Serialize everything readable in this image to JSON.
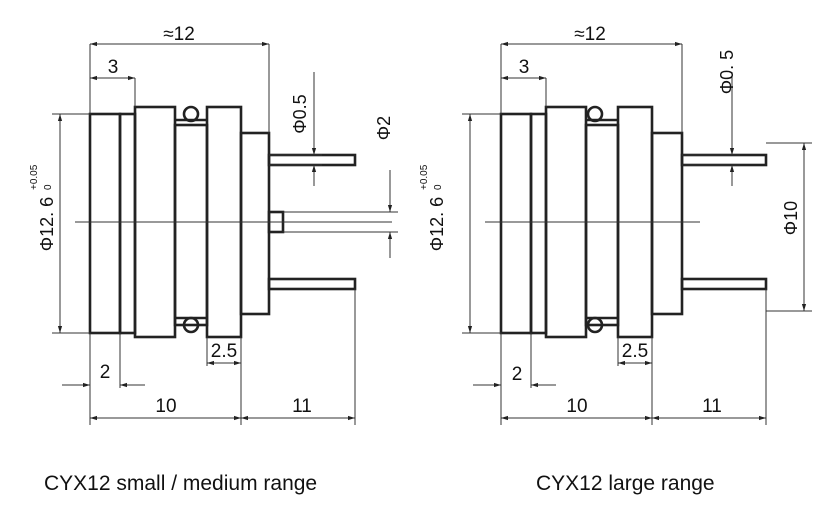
{
  "diagrams": [
    {
      "caption": "CYX12 small / medium range",
      "dims": {
        "length": "≈12",
        "flange": "3",
        "pin_dia": "Φ0.5",
        "vent_dia": "Φ2",
        "body_dia": "Φ12. 6",
        "tol_upper": "+0.05",
        "tol_lower": "0",
        "step": "2",
        "ring": "2.5",
        "body_len": "10",
        "pin_len": "11"
      }
    },
    {
      "caption": "CYX12 large range",
      "dims": {
        "length": "≈12",
        "flange": "3",
        "pin_dia": "Φ0. 5",
        "pin_span": "Φ10",
        "body_dia": "Φ12. 6",
        "tol_upper": "+0.05",
        "tol_lower": "0",
        "step": "2",
        "ring": "2.5",
        "body_len": "10",
        "pin_len": "11"
      }
    }
  ]
}
